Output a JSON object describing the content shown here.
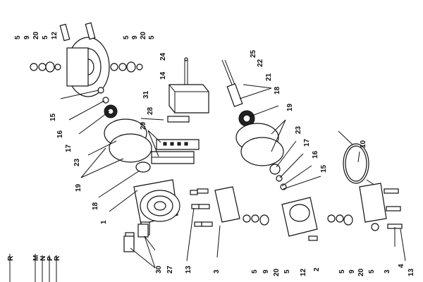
{
  "diagram": {
    "callouts": {
      "c5a": "5",
      "c9a": "9",
      "c20a": "20",
      "c5b": "5",
      "c12a": "12",
      "c5c": "5",
      "c9b": "9",
      "c20b": "20",
      "c5d": "5",
      "c24": "24",
      "c14": "14",
      "c31": "31",
      "c28": "28",
      "c29": "29",
      "c25": "25",
      "c22": "22",
      "c21": "21",
      "c18a": "18",
      "c19a": "19",
      "c15a": "15",
      "c16a": "16",
      "c17a": "17",
      "c23a": "23",
      "c19b": "19",
      "c18b": "18",
      "c1": "1",
      "c13a": "13",
      "c27": "27",
      "c30": "30",
      "c3a": "3",
      "c5e": "5",
      "c9c": "9",
      "c20c": "20",
      "c5f": "5",
      "c12b": "12",
      "c2": "2",
      "c5g": "5",
      "c9d": "9",
      "c20d": "20",
      "c5h": "5",
      "c3b": "3",
      "c4": "4",
      "c13b": "13",
      "c23b": "23",
      "c17b": "17",
      "c16b": "16",
      "c15b": "15",
      "c10": "10"
    },
    "legend": {
      "r1": "R",
      "m": "M",
      "n": "N",
      "p": "P",
      "r2": "R"
    }
  }
}
